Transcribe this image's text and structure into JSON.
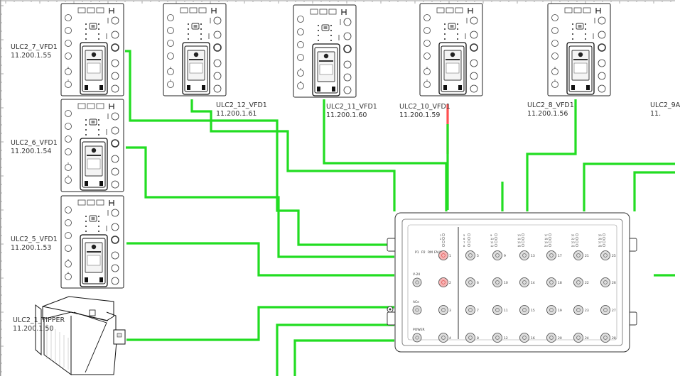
{
  "colors": {
    "wire": "#22dd22",
    "wire_red": "#ff5050",
    "outline": "#222222",
    "light": "#bbbbbb",
    "port_fill": "#dddddd",
    "red_port": "#f5b5b5"
  },
  "vfd_devices": [
    {
      "name": "ULC2_7_VFD1",
      "ip": "11.200.1.55"
    },
    {
      "name": "ULC2_6_VFD1",
      "ip": "11.200.1.54"
    },
    {
      "name": "ULC2_5_VFD1",
      "ip": "11.200.1.53"
    },
    {
      "name": "ULC2_12_VFD1",
      "ip": "11.200.1.61"
    },
    {
      "name": "ULC2_11_VFD1",
      "ip": "11.200.1.60"
    },
    {
      "name": "ULC2_10_VFD1",
      "ip": "11.200.1.59"
    },
    {
      "name": "ULC2_8_VFD1",
      "ip": "11.200.1.56"
    },
    {
      "name": "ULC2_9A",
      "ip": "11."
    }
  ],
  "tipper": {
    "name": "ULC2_1_TIPPER",
    "ip": "11.200.1.50"
  },
  "switch": {
    "leds_top": [
      "P1",
      "P2",
      "RM",
      "FAULT"
    ],
    "left_labels": [
      "V-24",
      "ACe",
      "POWER"
    ],
    "port_numbers": [
      [
        "5",
        "9",
        "13",
        "17",
        "21",
        "25"
      ],
      [
        "6",
        "10",
        "14",
        "18",
        "22",
        "26"
      ],
      [
        "7",
        "11",
        "15",
        "19",
        "23",
        "27"
      ],
      [
        "8",
        "12",
        "16",
        "20",
        "24",
        "28"
      ]
    ],
    "left_port_numbers": [
      "1",
      "2",
      "3",
      "4"
    ],
    "led_groups": [
      [
        "1",
        "2"
      ],
      [
        "5",
        "6",
        "7",
        "8"
      ],
      [
        "9",
        "10",
        "11",
        "12"
      ],
      [
        "13",
        "14",
        "15",
        "16"
      ],
      [
        "17",
        "18",
        "19",
        "20"
      ],
      [
        "21",
        "22",
        "23",
        "24"
      ],
      [
        "25",
        "26",
        "27",
        "28"
      ]
    ]
  }
}
